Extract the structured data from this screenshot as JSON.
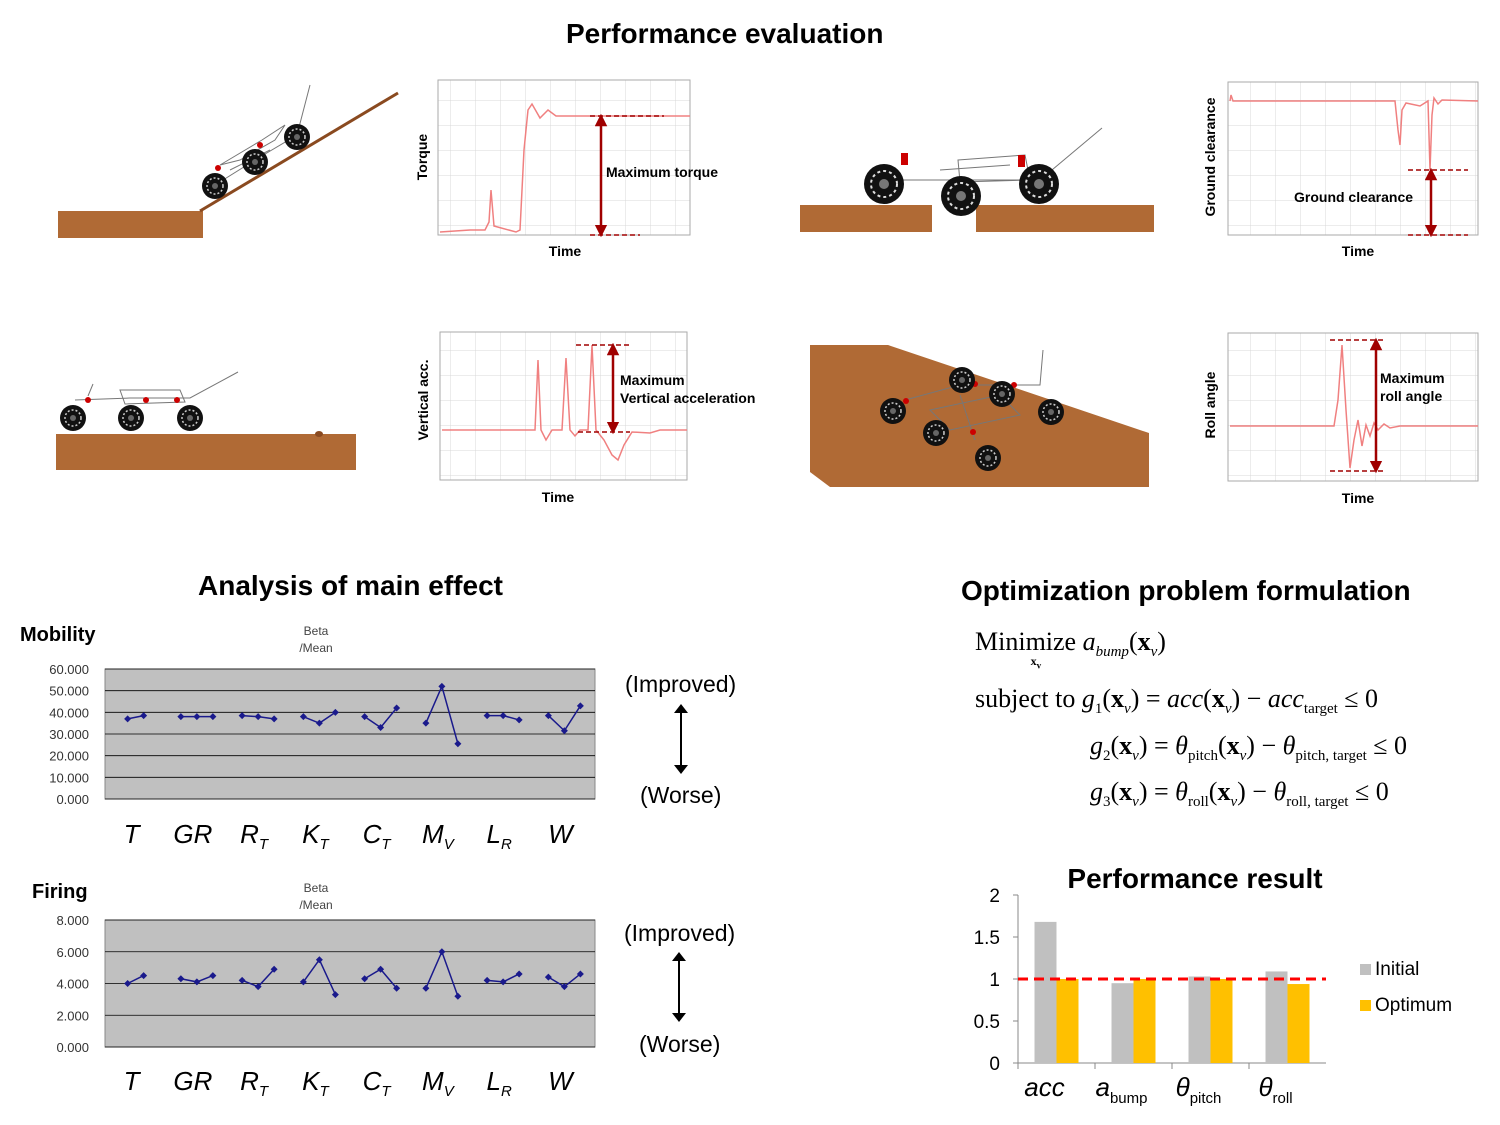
{
  "titles": {
    "performance_evaluation": "Performance evaluation",
    "main_effect": "Analysis of main effect",
    "optimization": "Optimization problem formulation",
    "performance_result": "Performance result"
  },
  "evaluation_panels": {
    "torque": {
      "ylabel": "Torque",
      "xlabel": "Time",
      "annotation": "Maximum torque"
    },
    "ground": {
      "ylabel": "Ground clearance",
      "xlabel": "Time",
      "annotation": "Ground clearance"
    },
    "vertical": {
      "ylabel": "Vertical acc.",
      "xlabel": "Time",
      "annotation_line1": "Maximum",
      "annotation_line2": "Vertical acceleration"
    },
    "roll": {
      "ylabel": "Roll angle",
      "xlabel": "Time",
      "annotation_line1": "Maximum",
      "annotation_line2": "roll angle"
    }
  },
  "main_effect_factors": [
    "T",
    "GR",
    "R",
    "K",
    "C",
    "M",
    "L",
    "W"
  ],
  "main_effect_factor_subscripts": [
    "",
    "",
    "T",
    "T",
    "T",
    "V",
    "R",
    ""
  ],
  "improved_label": "(Improved)",
  "worse_label": "(Worse)",
  "chart_data": [
    {
      "type": "line",
      "title": "Mobility",
      "subtitle_line1": "Beta",
      "subtitle_line2": "/Mean",
      "ylim": [
        0,
        60
      ],
      "yticks": [
        "0.000",
        "10.000",
        "20.000",
        "30.000",
        "40.000",
        "50.000",
        "60.000"
      ],
      "grid": true,
      "groups": [
        {
          "factor": "T",
          "values": [
            37,
            38.5
          ]
        },
        {
          "factor": "GR",
          "values": [
            38,
            38,
            38
          ]
        },
        {
          "factor": "RT",
          "values": [
            38.5,
            38,
            37
          ]
        },
        {
          "factor": "KT",
          "values": [
            38,
            35,
            40
          ]
        },
        {
          "factor": "CT",
          "values": [
            38,
            33,
            42
          ]
        },
        {
          "factor": "MV",
          "values": [
            35,
            52,
            25.5
          ]
        },
        {
          "factor": "LR",
          "values": [
            38.5,
            38.5,
            36.5
          ]
        },
        {
          "factor": "W",
          "values": [
            38.5,
            31.5,
            43
          ]
        }
      ]
    },
    {
      "type": "line",
      "title": "Firing",
      "subtitle_line1": "Beta",
      "subtitle_line2": "/Mean",
      "ylim": [
        0,
        8
      ],
      "yticks": [
        "0.000",
        "2.000",
        "4.000",
        "6.000",
        "8.000"
      ],
      "grid": true,
      "groups": [
        {
          "factor": "T",
          "values": [
            4.0,
            4.5
          ]
        },
        {
          "factor": "GR",
          "values": [
            4.3,
            4.1,
            4.5
          ]
        },
        {
          "factor": "RT",
          "values": [
            4.2,
            3.8,
            4.9
          ]
        },
        {
          "factor": "KT",
          "values": [
            4.1,
            5.5,
            3.3
          ]
        },
        {
          "factor": "CT",
          "values": [
            4.3,
            4.9,
            3.7
          ]
        },
        {
          "factor": "MV",
          "values": [
            3.7,
            6.0,
            3.2
          ]
        },
        {
          "factor": "LR",
          "values": [
            4.2,
            4.1,
            4.6
          ]
        },
        {
          "factor": "W",
          "values": [
            4.4,
            3.8,
            4.6
          ]
        }
      ]
    },
    {
      "type": "bar",
      "title": "Performance result",
      "categories": [
        "acc",
        "a_bump",
        "θ_pitch",
        "θ_roll"
      ],
      "series": [
        {
          "name": "Initial",
          "values": [
            1.68,
            0.95,
            1.03,
            1.09
          ],
          "color": "#c0c0c0"
        },
        {
          "name": "Optimum",
          "values": [
            1.0,
            1.0,
            1.0,
            0.94
          ],
          "color": "#ffc000"
        }
      ],
      "reference_line": 1,
      "ylim": [
        0,
        2
      ],
      "yticks": [
        "0",
        "0.5",
        "1",
        "1.5",
        "2"
      ],
      "legend": "right"
    }
  ],
  "bar_category_labels": {
    "acc": "acc",
    "abump_main": "a",
    "abump_sub": "bump",
    "pitch_main": "θ",
    "pitch_sub": "pitch",
    "roll_main": "θ",
    "roll_sub": "roll"
  },
  "formulation": {
    "minimize": "Minimize",
    "subject_to": "subject to",
    "target": "target",
    "pitch": "pitch",
    "pitch_target": "pitch, target",
    "roll": "roll",
    "roll_target": "roll, target"
  },
  "colors": {
    "ground": "#b06a35",
    "curve": "#f08080",
    "annotation": "#a00000",
    "chart_bg": "#c0c0c0",
    "series_line": "#1a1a8c",
    "reference": "#ff0000"
  }
}
